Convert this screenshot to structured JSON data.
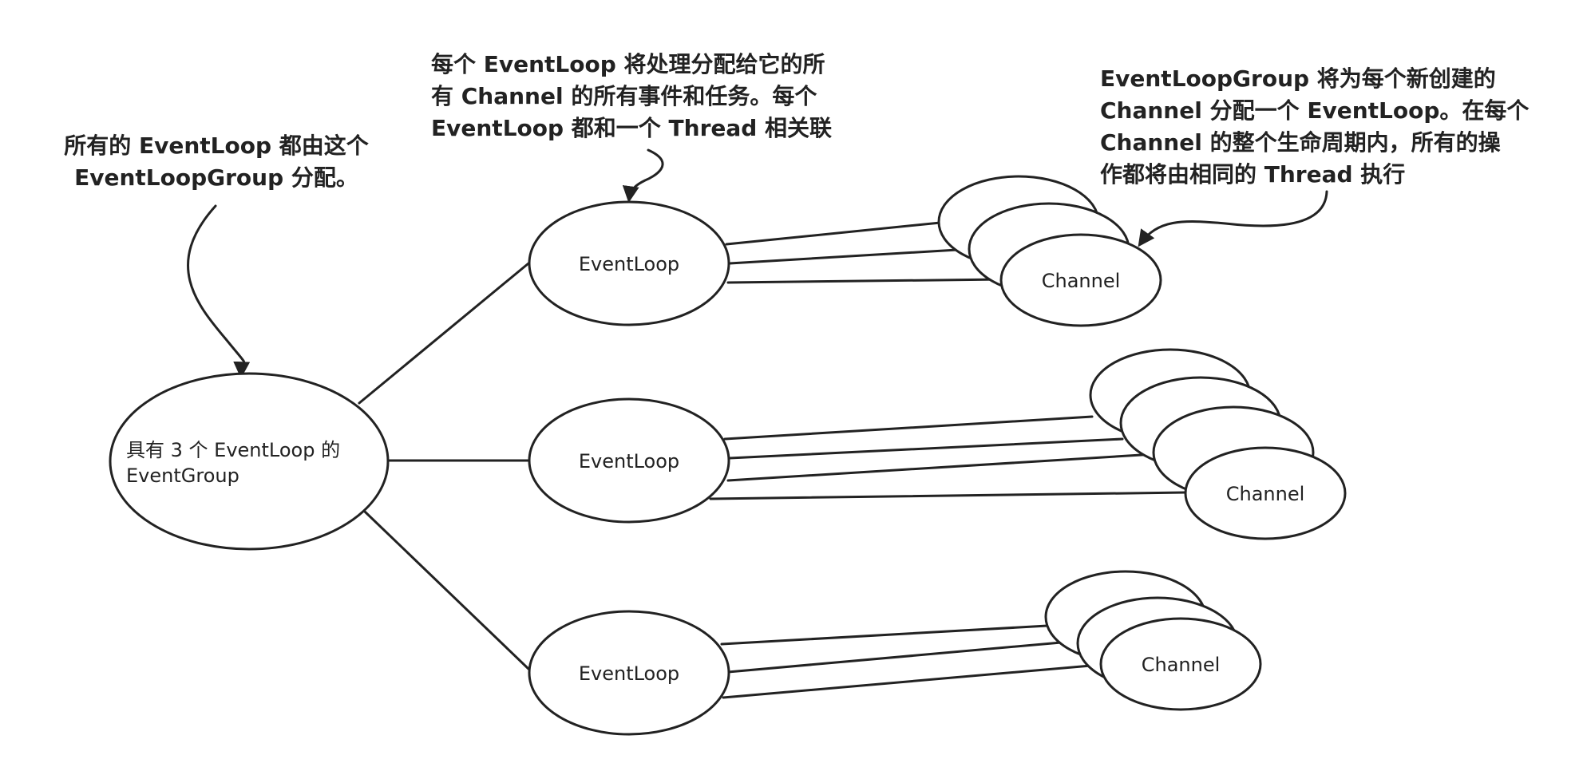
{
  "nodes": {
    "group": {
      "line1": "具有 3 个 EventLoop 的",
      "line2": "EventGroup"
    },
    "loops": [
      {
        "label": "EventLoop"
      },
      {
        "label": "EventLoop"
      },
      {
        "label": "EventLoop"
      }
    ],
    "channels": [
      {
        "label": "Channel"
      },
      {
        "label": "Channel"
      },
      {
        "label": "Channel"
      }
    ]
  },
  "annotations": {
    "group": {
      "lines": [
        "所有的 EventLoop 都由这个",
        "EventLoopGroup 分配。"
      ]
    },
    "eventloop": {
      "lines": [
        "每个 EventLoop 将处理分配给它的所",
        "有 Channel 的所有事件和任务。每个",
        "EventLoop 都和一个 Thread 相关联"
      ]
    },
    "channel": {
      "lines": [
        "EventLoopGroup 将为每个新创建的",
        "Channel 分配一个 EventLoop。在每个",
        "Channel 的整个生命周期内，所有的操",
        "作都将由相同的 Thread 执行"
      ]
    }
  },
  "colors": {
    "stroke": "#222222",
    "fill": "#ffffff",
    "text": "#222222"
  }
}
